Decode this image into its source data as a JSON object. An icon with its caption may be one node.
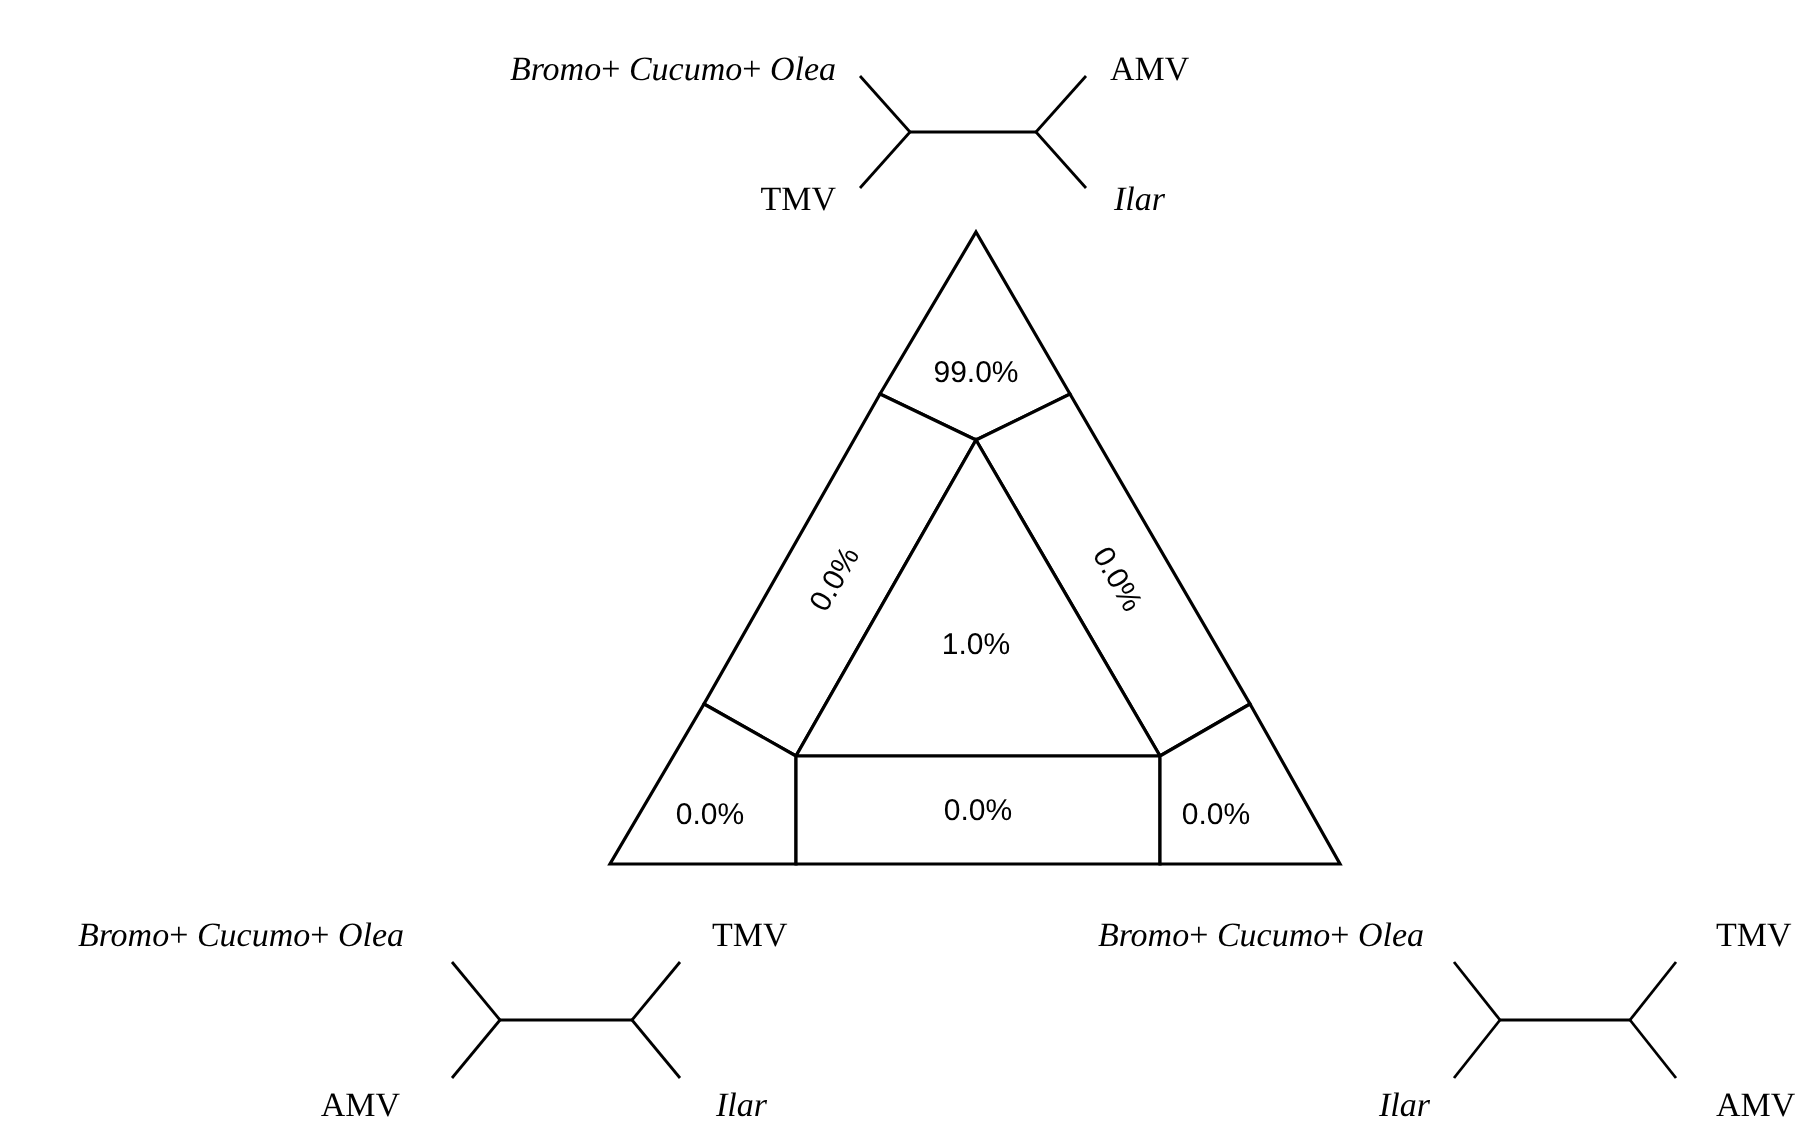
{
  "diagram": {
    "nodes": [
      {
        "text": [
          "99.0%"
        ]
      },
      {
        "text": [
          "0.0%"
        ]
      },
      {
        "text": [
          "0.0%"
        ]
      },
      {
        "text": [
          "1.0%"
        ]
      },
      {
        "text": [
          "0.0%"
        ]
      },
      {
        "text": [
          "0.0%"
        ]
      },
      {
        "text": [
          "0.0%"
        ]
      }
    ],
    "labels": [
      "*Bromo*+ *Cucumo*+ *Olea*",
      "AMV",
      "TMV",
      "Ilar",
      "*Bromo*+ *Cucumo*+ *Olea*",
      "TMV",
      "AMV",
      "Ilar",
      "*Bromo*+ *Cucumo*+ *Olea*",
      "TMV",
      "Ilar",
      "AMV"
    ]
  }
}
